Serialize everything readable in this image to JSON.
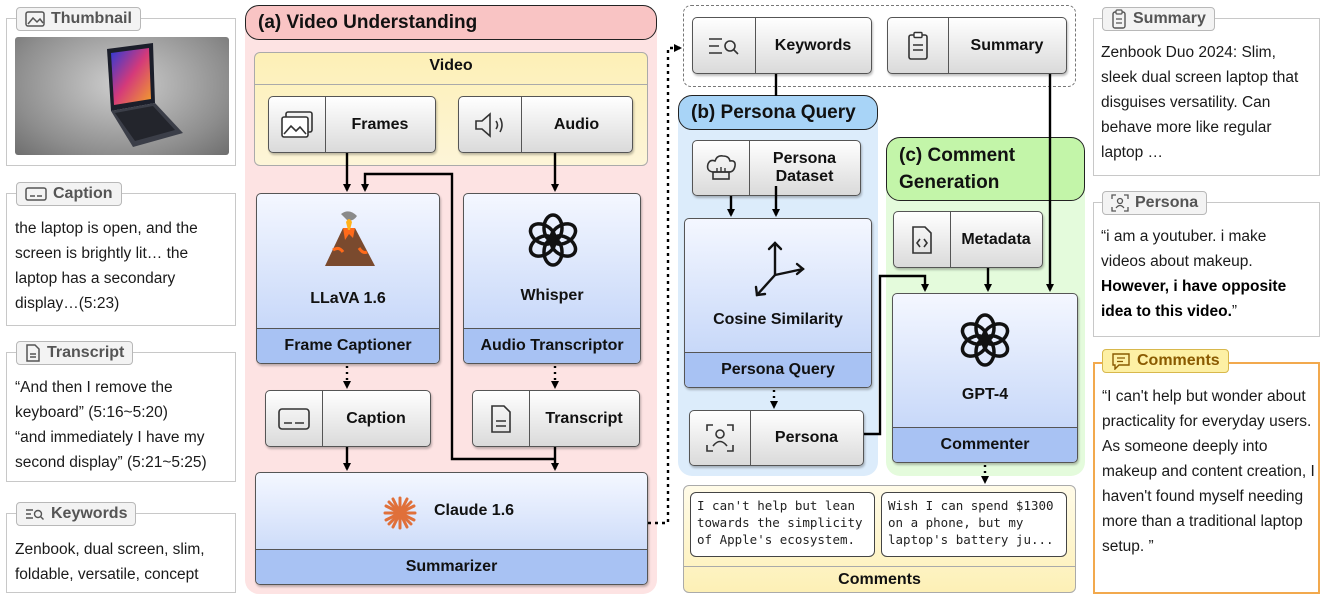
{
  "left_panels": {
    "thumbnail": {
      "title": "Thumbnail"
    },
    "caption": {
      "title": "Caption",
      "text": "the laptop is open, and the screen is brightly lit… the laptop has a secondary display…(5:23)"
    },
    "transcript": {
      "title": "Transcript",
      "line1": "“And then I remove the keyboard” (5:16~5:20)",
      "line2": "“and immediately I have my second display” (5:21~5:25)"
    },
    "keywords": {
      "title": "Keywords",
      "text": "Zenbook, dual screen, slim, foldable, versatile, concept"
    }
  },
  "video_understanding": {
    "header": "(a) Video Understanding",
    "video_label": "Video",
    "frames_label": "Frames",
    "audio_label": "Audio",
    "llava_name": "LLaVA 1.6",
    "llava_role": "Frame Captioner",
    "whisper_name": "Whisper",
    "whisper_role": "Audio Transcriptor",
    "caption_label": "Caption",
    "transcript_label": "Transcript",
    "claude_name": "Claude 1.6",
    "claude_role": "Summarizer"
  },
  "top_outputs": {
    "keywords_label": "Keywords",
    "summary_label": "Summary"
  },
  "persona_query": {
    "header": "(b) Persona Query",
    "dataset_label": "Persona Dataset",
    "cosine_name": "Cosine Similarity",
    "cosine_role": "Persona Query",
    "persona_label": "Persona"
  },
  "comment_generation": {
    "header": "(c) Comment Generation",
    "metadata_label": "Metadata",
    "gpt_name": "GPT-4",
    "gpt_role": "Commenter"
  },
  "comments_box": {
    "comment1": "I can't help but lean towards the simplicity of Apple's ecosystem.",
    "comment2": "Wish I can spend $1300 on a phone, but my laptop's battery ju...",
    "label": "Comments"
  },
  "right_panels": {
    "summary": {
      "title": "Summary",
      "text": "Zenbook Duo 2024: Slim, sleek dual screen laptop that disguises versatility. Can behave more like regular laptop …"
    },
    "persona": {
      "title": "Persona",
      "text_plain": "“i am a youtuber. i make videos about makeup.",
      "text_bold": "However, i have opposite idea to this video.",
      "text_end": "”"
    },
    "comments": {
      "title": "Comments",
      "text": "“I can't help but wonder about practicality for everyday users. As someone deeply into makeup and content creation, I haven't found myself needing more than a traditional laptop setup. ”"
    }
  },
  "colors": {
    "section_a": "#fde3e3",
    "section_b": "#dcecfb",
    "section_c": "#e4fbdc",
    "video_box": "#fdf0b6",
    "blue_box": "#bcd0f7",
    "orange_border": "#f2a94d"
  }
}
